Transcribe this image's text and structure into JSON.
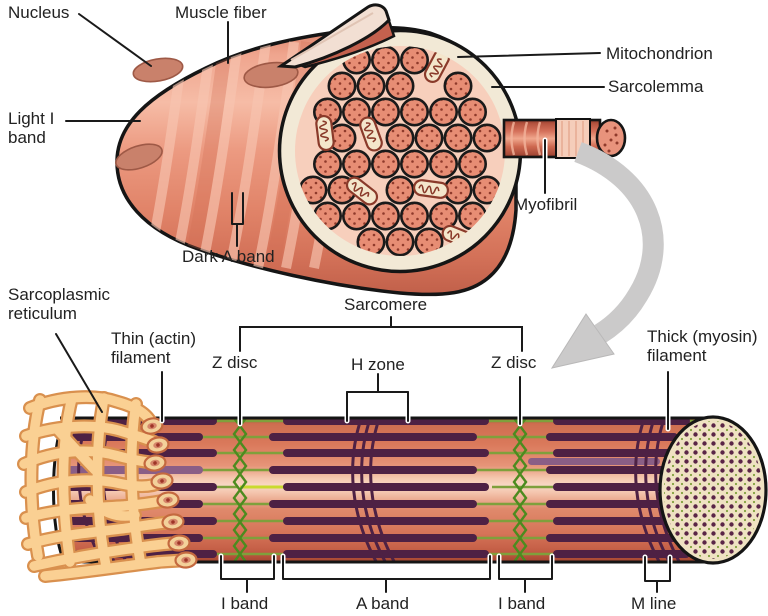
{
  "figure": {
    "subject": "Skeletal muscle fiber and myofibril sarcomere structure diagram"
  },
  "labels": {
    "nucleus": "Nucleus",
    "muscle_fiber": "Muscle fiber",
    "mitochondrion": "Mitochondrion",
    "sarcolemma": "Sarcolemma",
    "light_i_band_line1": "Light I",
    "light_i_band_line2": "band",
    "dark_a_band": "Dark A band",
    "myofibril": "Myofibril",
    "sarcoplasmic_reticulum_line1": "Sarcoplasmic",
    "sarcoplasmic_reticulum_line2": "reticulum",
    "thin_filament_line1": "Thin (actin)",
    "thin_filament_line2": "filament",
    "z_disc_left": "Z disc",
    "sarcomere": "Sarcomere",
    "h_zone": "H zone",
    "z_disc_right": "Z disc",
    "thick_filament_line1": "Thick (myosin)",
    "thick_filament_line2": "filament",
    "i_band_left": "I band",
    "a_band": "A band",
    "i_band_right": "I band",
    "m_line": "M line"
  },
  "colors": {
    "background": "#FFFFFF",
    "fiber_body": "#E8937C",
    "fiber_highlight": "#F6BCA6",
    "fiber_stripe": "#F7C5B0",
    "outline": "#151515",
    "nucleus": "#C9816B",
    "flap": "#F2DFD3",
    "flap_underside": "#C4614E",
    "face_ring": "#F2E9D6",
    "face_interior": "#F7CFBC",
    "myofibril_circle": "#E78D74",
    "myofibril_dot": "#8F3A2B",
    "mitochondrion_fill": "#F4E6CB",
    "mitochondrion_line": "#8A3A2A",
    "magnifier_arrow": "#CBCACA",
    "cylinder_salmon": "#DB7A5C",
    "cylinder_sheen": "#FAD9C6",
    "thick_filament": "#4E2144",
    "thick_filament_sheen": "#8A5E86",
    "thin_filament": "#7FA03C",
    "thin_filament_bright": "#C9DA2F",
    "z_disc_green": "#4C8B1F",
    "sr_tube_light": "#FAD093",
    "sr_tube_dark": "#D9904E",
    "sr_cut_face": "#F3D19A",
    "sr_cut_dot": "#9E3528",
    "end_face": "#EFE2C2",
    "label_text": "#222222",
    "leader_line": "#1A1A1A"
  }
}
